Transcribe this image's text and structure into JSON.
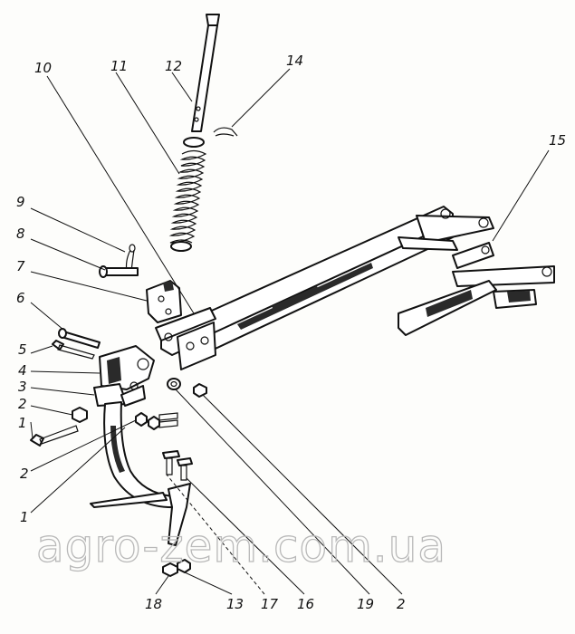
{
  "callouts": {
    "c10": "10",
    "c11": "11",
    "c12": "12",
    "c14": "14",
    "c15": "15",
    "c9": "9",
    "c8": "8",
    "c7": "7",
    "c6": "6",
    "c5": "5",
    "c4": "4",
    "c3": "3",
    "c2a": "2",
    "c1a": "1",
    "c2b": "2",
    "c1b": "1",
    "c18": "18",
    "c13": "13",
    "c17": "17",
    "c16": "16",
    "c19": "19",
    "c2c": "2"
  },
  "watermark": "agro-zem.com.ua",
  "colors": {
    "ink": "#111111",
    "paper": "#fdfdfb",
    "watermark": "#b9b9b9"
  }
}
